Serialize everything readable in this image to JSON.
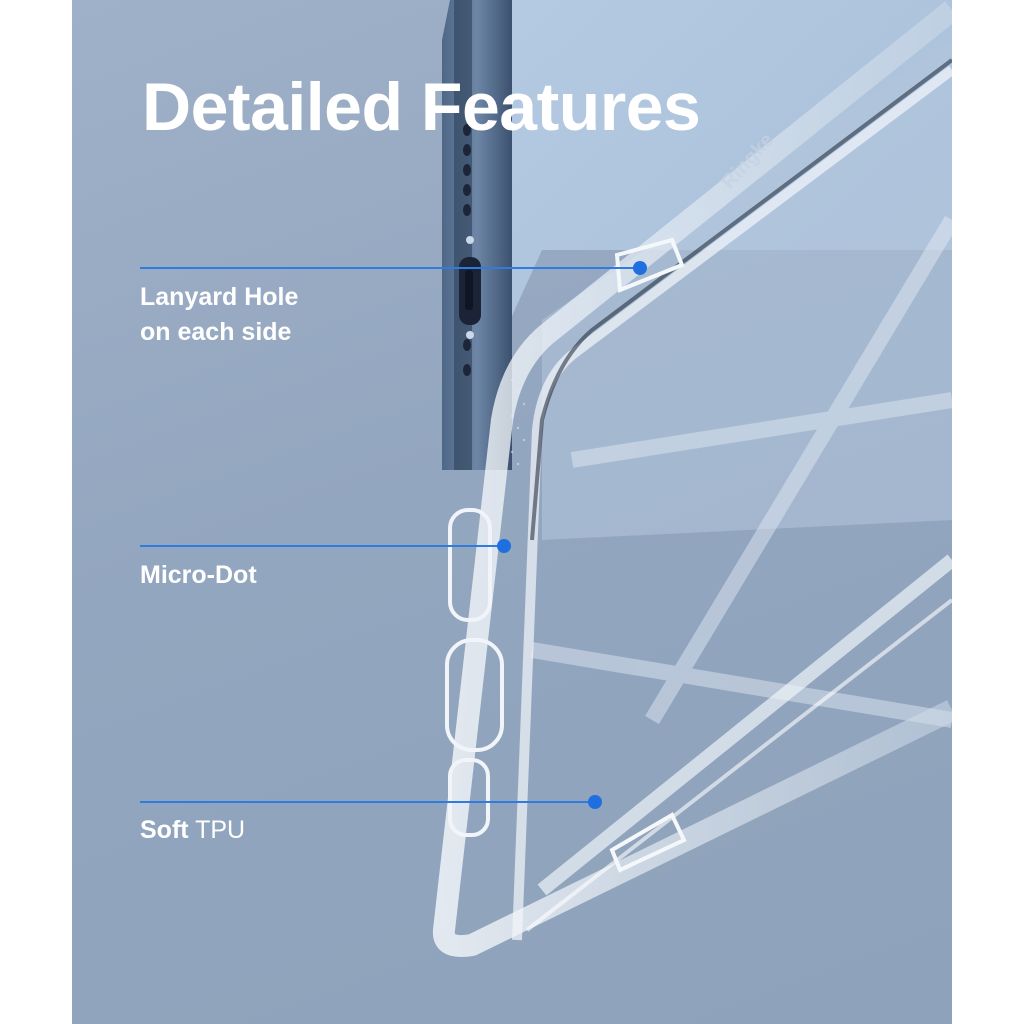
{
  "title": "Detailed Features",
  "brand_mark": "Ringke",
  "callouts": [
    {
      "line1": "Lanyard Hole",
      "line2": "on each side"
    },
    {
      "line1": "Micro-Dot"
    },
    {
      "bold": "Soft",
      "normal": "TPU"
    }
  ],
  "colors": {
    "background": "#95a9c1",
    "callout_line": "#2f7be0",
    "callout_dot": "#1f6fe0",
    "text": "#ffffff"
  }
}
